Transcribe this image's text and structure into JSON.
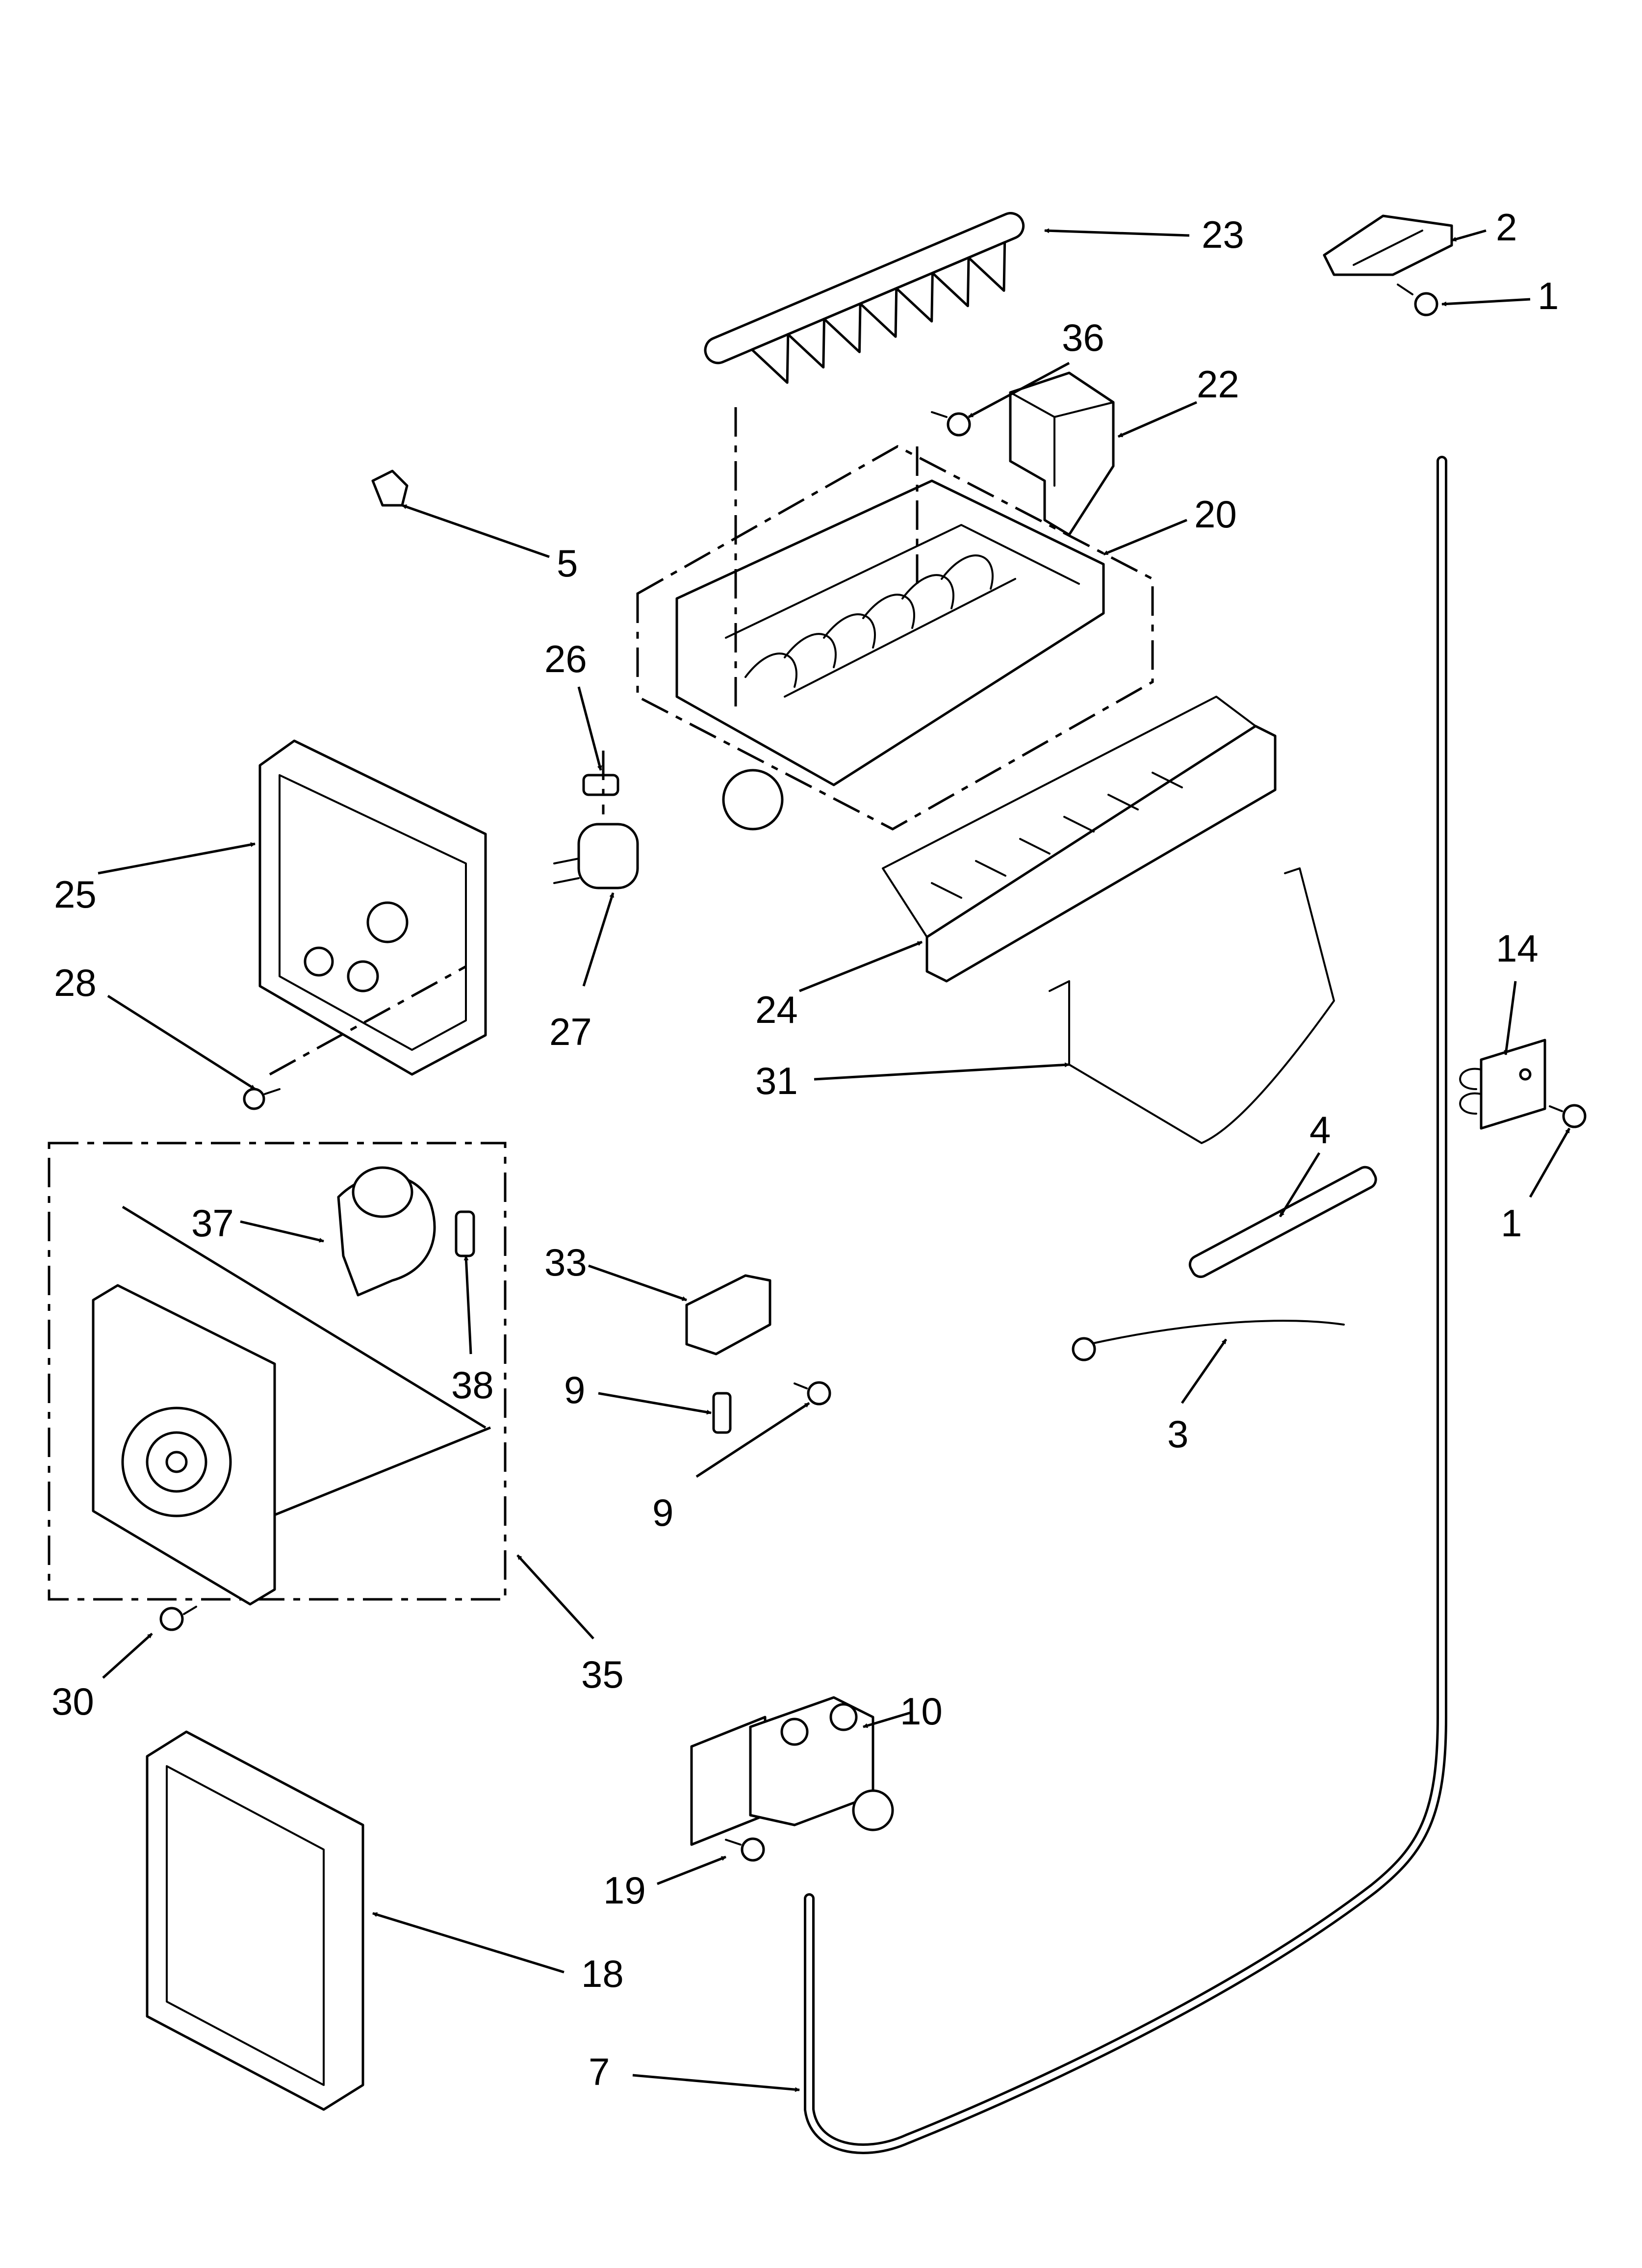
{
  "diagram": {
    "type": "exploded-parts-diagram",
    "callouts": [
      {
        "id": "c23",
        "label": "23"
      },
      {
        "id": "c2",
        "label": "2"
      },
      {
        "id": "c1a",
        "label": "1"
      },
      {
        "id": "c36",
        "label": "36"
      },
      {
        "id": "c22",
        "label": "22"
      },
      {
        "id": "c5",
        "label": "5"
      },
      {
        "id": "c20",
        "label": "20"
      },
      {
        "id": "c26",
        "label": "26"
      },
      {
        "id": "c25",
        "label": "25"
      },
      {
        "id": "c27",
        "label": "27"
      },
      {
        "id": "c28",
        "label": "28"
      },
      {
        "id": "c24",
        "label": "24"
      },
      {
        "id": "c14",
        "label": "14"
      },
      {
        "id": "c31",
        "label": "31"
      },
      {
        "id": "c4",
        "label": "4"
      },
      {
        "id": "c1b",
        "label": "1"
      },
      {
        "id": "c37",
        "label": "37"
      },
      {
        "id": "c33",
        "label": "33"
      },
      {
        "id": "c38",
        "label": "38"
      },
      {
        "id": "c9a",
        "label": "9"
      },
      {
        "id": "c3",
        "label": "3"
      },
      {
        "id": "c9b",
        "label": "9"
      },
      {
        "id": "c35",
        "label": "35"
      },
      {
        "id": "c30",
        "label": "30"
      },
      {
        "id": "c10",
        "label": "10"
      },
      {
        "id": "c19",
        "label": "19"
      },
      {
        "id": "c18",
        "label": "18"
      },
      {
        "id": "c7",
        "label": "7"
      }
    ]
  }
}
